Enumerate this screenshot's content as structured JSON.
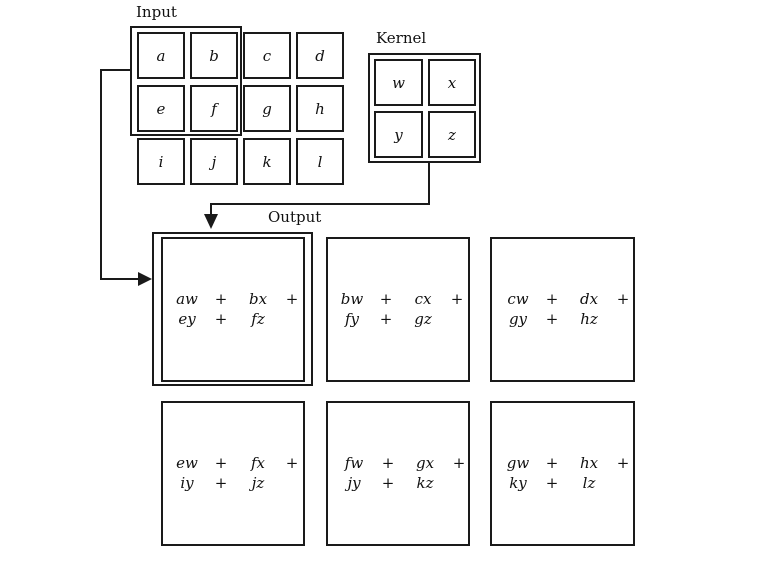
{
  "input": {
    "title": "Input",
    "rows": [
      [
        "a",
        "b",
        "c",
        "d"
      ],
      [
        "e",
        "f",
        "g",
        "h"
      ],
      [
        "i",
        "j",
        "k",
        "l"
      ]
    ]
  },
  "kernel": {
    "title": "Kernel",
    "rows": [
      [
        "w",
        "x"
      ],
      [
        "y",
        "z"
      ]
    ]
  },
  "output": {
    "title": "Output",
    "cells": [
      {
        "line1": [
          "aw",
          "+",
          "bx",
          "+"
        ],
        "line2": [
          "ey",
          "+",
          "fz"
        ]
      },
      {
        "line1": [
          "bw",
          "+",
          "cx",
          "+"
        ],
        "line2": [
          "fy",
          "+",
          "gz"
        ]
      },
      {
        "line1": [
          "cw",
          "+",
          "dx",
          "+"
        ],
        "line2": [
          "gy",
          "+",
          "hz"
        ]
      },
      {
        "line1": [
          "ew",
          "+",
          "fx",
          "+"
        ],
        "line2": [
          "iy",
          "+",
          "jz"
        ]
      },
      {
        "line1": [
          "fw",
          "+",
          "gx",
          "+"
        ],
        "line2": [
          "jy",
          "+",
          "kz"
        ]
      },
      {
        "line1": [
          "gw",
          "+",
          "hx",
          "+"
        ],
        "line2": [
          "ky",
          "+",
          "lz"
        ]
      }
    ]
  }
}
